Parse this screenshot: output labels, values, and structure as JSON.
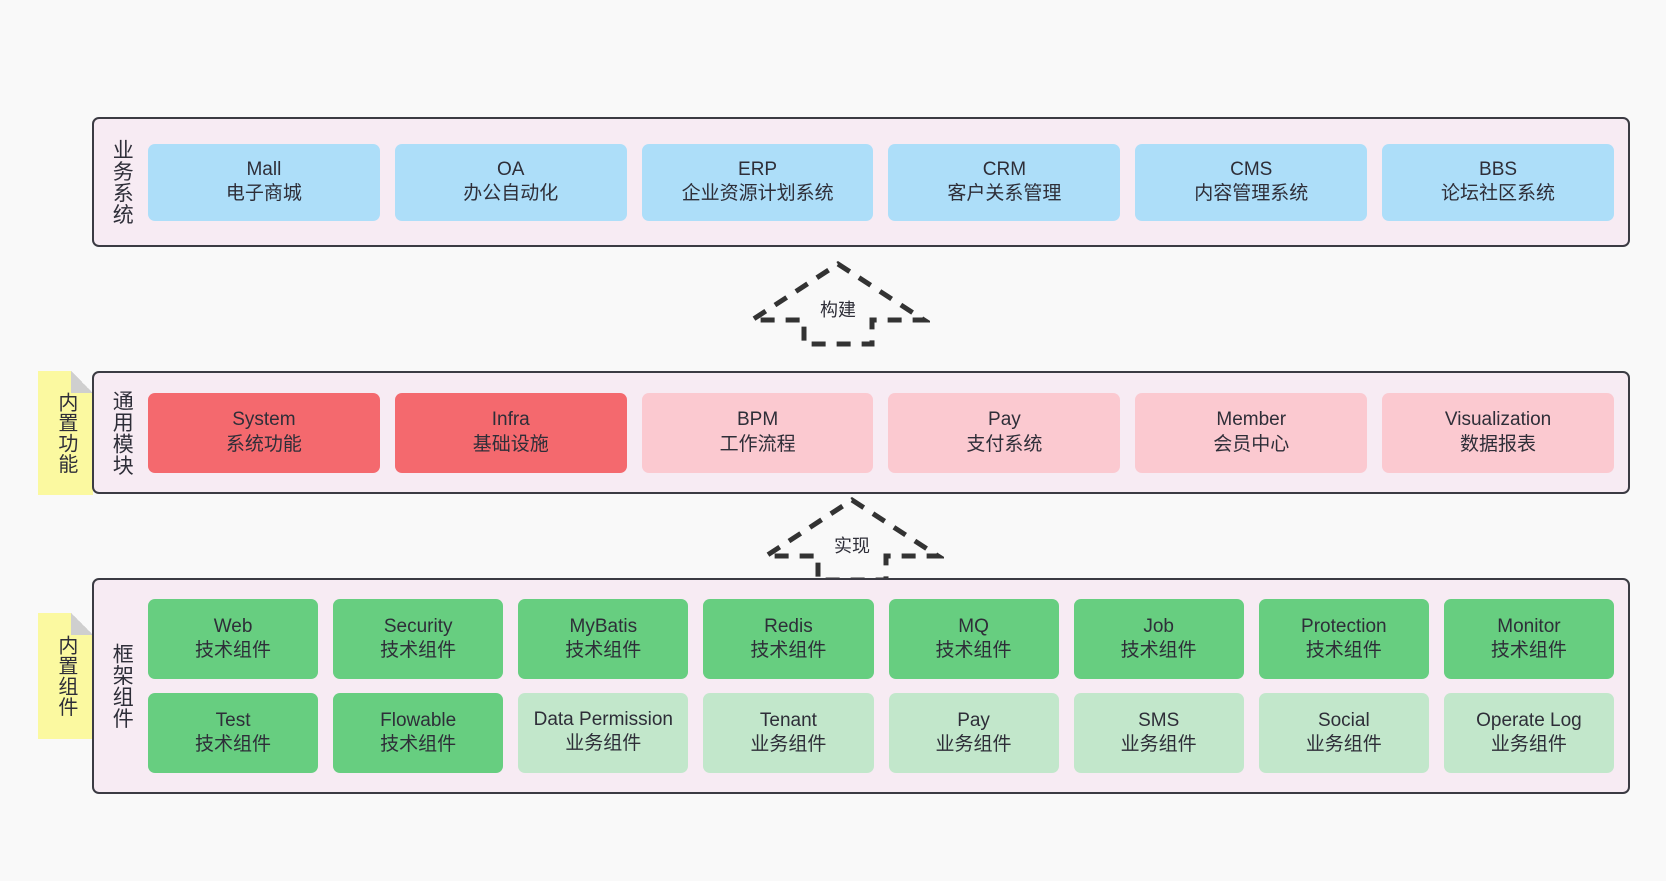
{
  "diagram": {
    "title": "System architecture layers",
    "colors": {
      "band_fill": "#f7ebf3",
      "band_border": "#3b3b43",
      "blue": "#addef9",
      "red": "#f4696e",
      "pink": "#fbc9d0",
      "green": "#67ce80",
      "light_green": "#c2e7cb",
      "note_yellow": "#fbf9a0",
      "background": "#f9f9f9"
    }
  },
  "bands": {
    "business": {
      "label": "业务系统",
      "items": [
        {
          "en": "Mall",
          "cn": "电子商城",
          "color": "blue"
        },
        {
          "en": "OA",
          "cn": "办公自动化",
          "color": "blue"
        },
        {
          "en": "ERP",
          "cn": "企业资源计划系统",
          "color": "blue"
        },
        {
          "en": "CRM",
          "cn": "客户关系管理",
          "color": "blue"
        },
        {
          "en": "CMS",
          "cn": "内容管理系统",
          "color": "blue"
        },
        {
          "en": "BBS",
          "cn": "论坛社区系统",
          "color": "blue"
        }
      ]
    },
    "common": {
      "label": "通用模块",
      "note": "内置功能",
      "items": [
        {
          "en": "System",
          "cn": "系统功能",
          "color": "red"
        },
        {
          "en": "Infra",
          "cn": "基础设施",
          "color": "red"
        },
        {
          "en": "BPM",
          "cn": "工作流程",
          "color": "pink"
        },
        {
          "en": "Pay",
          "cn": "支付系统",
          "color": "pink"
        },
        {
          "en": "Member",
          "cn": "会员中心",
          "color": "pink"
        },
        {
          "en": "Visualization",
          "cn": "数据报表",
          "color": "pink"
        }
      ]
    },
    "framework": {
      "label": "框架组件",
      "note": "内置组件",
      "row1": [
        {
          "en": "Web",
          "cn": "技术组件",
          "color": "green"
        },
        {
          "en": "Security",
          "cn": "技术组件",
          "color": "green"
        },
        {
          "en": "MyBatis",
          "cn": "技术组件",
          "color": "green"
        },
        {
          "en": "Redis",
          "cn": "技术组件",
          "color": "green"
        },
        {
          "en": "MQ",
          "cn": "技术组件",
          "color": "green"
        },
        {
          "en": "Job",
          "cn": "技术组件",
          "color": "green"
        },
        {
          "en": "Protection",
          "cn": "技术组件",
          "color": "green"
        },
        {
          "en": "Monitor",
          "cn": "技术组件",
          "color": "green"
        }
      ],
      "row2": [
        {
          "en": "Test",
          "cn": "技术组件",
          "color": "green"
        },
        {
          "en": "Flowable",
          "cn": "技术组件",
          "color": "green"
        },
        {
          "en": "Data Permission",
          "cn": "业务组件",
          "color": "light_green"
        },
        {
          "en": "Tenant",
          "cn": "业务组件",
          "color": "light_green"
        },
        {
          "en": "Pay",
          "cn": "业务组件",
          "color": "light_green"
        },
        {
          "en": "SMS",
          "cn": "业务组件",
          "color": "light_green"
        },
        {
          "en": "Social",
          "cn": "业务组件",
          "color": "light_green"
        },
        {
          "en": "Operate Log",
          "cn": "业务组件",
          "color": "light_green"
        }
      ]
    }
  },
  "arrows": [
    {
      "id": "build",
      "label": "构建",
      "direction": "up",
      "style": "dashed-hollow"
    },
    {
      "id": "implement",
      "label": "实现",
      "direction": "up",
      "style": "dashed-hollow"
    }
  ]
}
